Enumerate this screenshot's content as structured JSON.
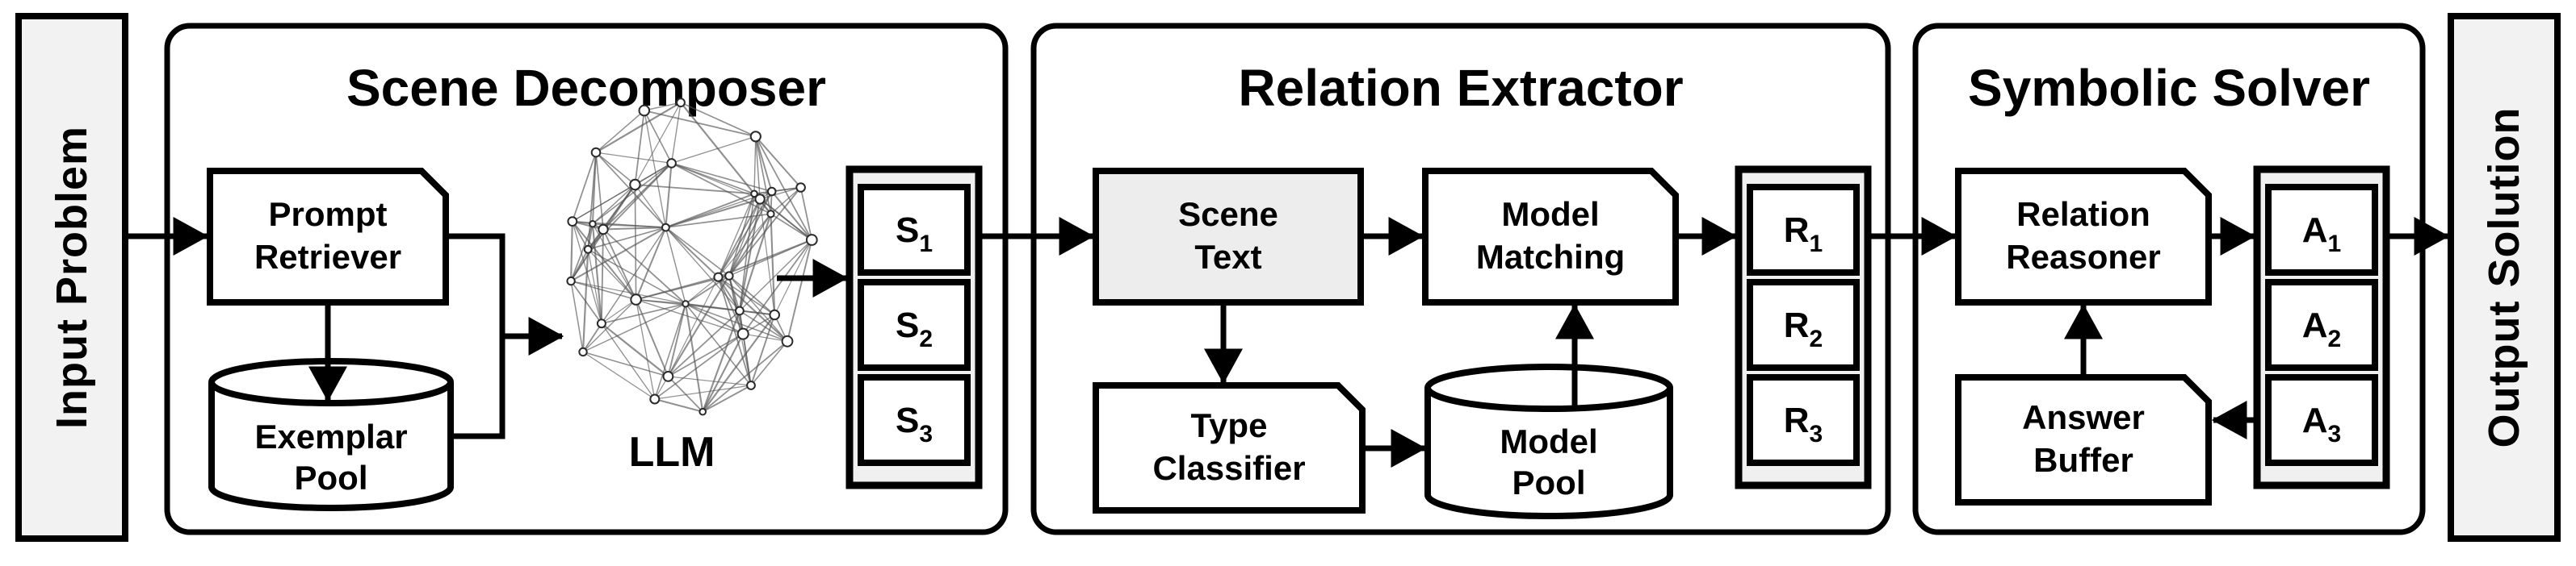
{
  "caps": {
    "input": "Input Problem",
    "output": "Output Solution"
  },
  "modules": {
    "scene_decomposer": {
      "title": "Scene Decomposer",
      "prompt_retriever": [
        "Prompt",
        "Retriever"
      ],
      "exemplar_pool": [
        "Exemplar",
        "Pool"
      ],
      "llm": "LLM",
      "stack": [
        [
          "S",
          "1"
        ],
        [
          "S",
          "2"
        ],
        [
          "S",
          "3"
        ]
      ]
    },
    "relation_extractor": {
      "title": "Relation Extractor",
      "scene_text": [
        "Scene",
        "Text"
      ],
      "model_matching": [
        "Model",
        "Matching"
      ],
      "type_classifier": [
        "Type",
        "Classifier"
      ],
      "model_pool": [
        "Model",
        "Pool"
      ],
      "stack": [
        [
          "R",
          "1"
        ],
        [
          "R",
          "2"
        ],
        [
          "R",
          "3"
        ]
      ]
    },
    "symbolic_solver": {
      "title": "Symbolic Solver",
      "relation_reasoner": [
        "Relation",
        "Reasoner"
      ],
      "answer_buffer": [
        "Answer",
        "Buffer"
      ],
      "stack": [
        [
          "A",
          "1"
        ],
        [
          "A",
          "2"
        ],
        [
          "A",
          "3"
        ]
      ]
    }
  },
  "colors": {
    "cap_fill": "#f2f2f2",
    "highlight_fill": "#ededed",
    "stack_fill": "#f0f0f0",
    "ink": "#000000",
    "mesh_stroke": "#555555"
  }
}
